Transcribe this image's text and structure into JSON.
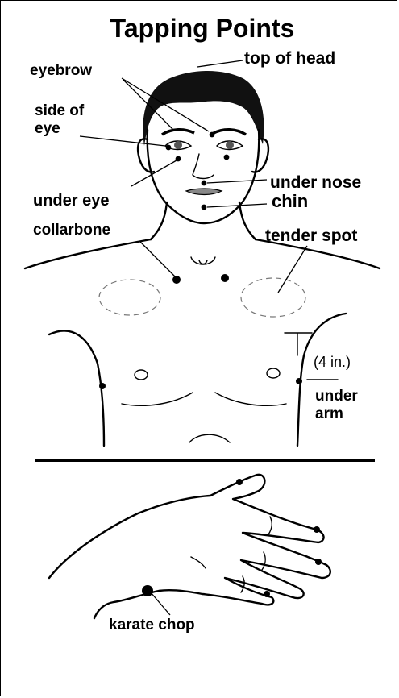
{
  "title": "Tapping Points",
  "labels": {
    "top_of_head": "top of head",
    "eyebrow": "eyebrow",
    "side_of_eye_1": "side of",
    "side_of_eye_2": "eye",
    "under_nose": "under nose",
    "chin": "chin",
    "under_eye": "under eye",
    "collarbone": "collarbone",
    "tender_spot": "tender spot",
    "four_in": "(4 in.)",
    "under_arm_1": "under",
    "under_arm_2": "arm",
    "karate_chop": "karate chop"
  },
  "icons": {
    "face": "face-illustration",
    "torso": "torso-illustration",
    "hand": "hand-illustration"
  }
}
